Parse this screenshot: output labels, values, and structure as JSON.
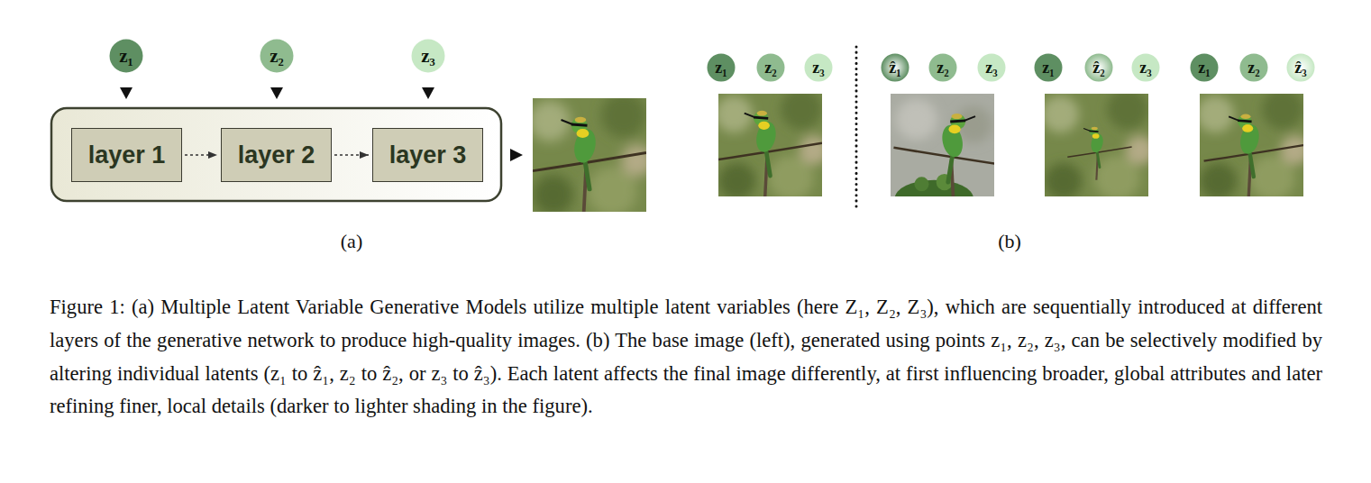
{
  "diagram": {
    "caption": "Figure 1: (a) Multiple Latent Variable Generative Models utilize multiple latent variables (here Z₁, Z₂, Z₃), which are sequentially introduced at different layers of the generative network to produce high-quality images. (b) The base image (left), generated using points z₁, z₂, z₃, can be selectively modified by altering individual latents (z₁ to ẑ₁, z₂ to ẑ₂, or z₃ to ẑ₃). Each latent affects the final image differently, at first influencing broader, global attributes and later refining finer, local details (darker to lighter shading in the figure).",
    "nodes": [
      {
        "text": [
          "z₁"
        ]
      },
      {
        "text": [
          "z₂"
        ]
      },
      {
        "text": [
          "z₃"
        ]
      },
      {
        "text": [
          "layer 1"
        ]
      },
      {
        "text": [
          "layer 2"
        ]
      },
      {
        "text": [
          "layer 3"
        ]
      },
      {
        "text": [
          "z₁"
        ]
      },
      {
        "text": [
          "z₂"
        ]
      },
      {
        "text": [
          "z₃"
        ]
      },
      {
        "text": [
          "ẑ₁"
        ]
      },
      {
        "text": [
          "z₂"
        ]
      },
      {
        "text": [
          "z₃"
        ]
      },
      {
        "text": [
          "z₁"
        ]
      },
      {
        "text": [
          "ẑ₂"
        ]
      },
      {
        "text": [
          "z₃"
        ]
      },
      {
        "text": [
          "z₁"
        ]
      },
      {
        "text": [
          "z₂"
        ]
      },
      {
        "text": [
          "ẑ₃"
        ]
      }
    ],
    "edges": [
      {
        "from": 0,
        "to": 3,
        "arrow": "to"
      },
      {
        "from": 1,
        "to": 4,
        "arrow": "to"
      },
      {
        "from": 2,
        "to": 5,
        "arrow": "to"
      },
      {
        "from": 3,
        "to": 4,
        "arrow": "to"
      },
      {
        "from": 4,
        "to": 5,
        "arrow": "to"
      }
    ],
    "labels": [
      "(a)",
      "(b)"
    ]
  }
}
